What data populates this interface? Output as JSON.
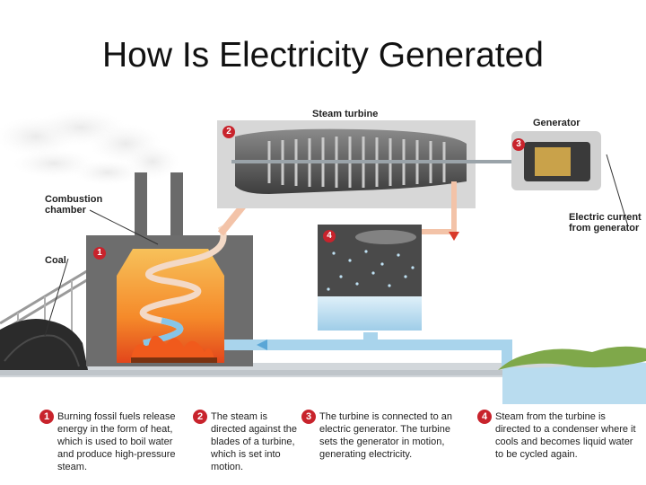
{
  "title": "How Is Electricity Generated",
  "labels": {
    "steam_turbine": "Steam turbine",
    "generator": "Generator",
    "combustion_chamber": "Combustion chamber",
    "coal": "Coal",
    "electric_current": "Electric current from generator"
  },
  "markers": [
    "1",
    "2",
    "3",
    "4"
  ],
  "captions": [
    {
      "num": "1",
      "text": "Burning fossil fuels release energy in the form of heat, which is used to boil water and produce high-pressure steam."
    },
    {
      "num": "2",
      "text": "The steam is directed against the blades of a turbine, which is set into motion."
    },
    {
      "num": "3",
      "text": "The turbine is connected to an electric generator. The turbine sets the generator in motion, generating electricity."
    },
    {
      "num": "4",
      "text": "Steam from the turbine is directed to a condenser where it cools and becomes liquid water to be cycled again."
    }
  ],
  "colors": {
    "accent_red": "#c8232c",
    "wall_gray": "#6d6d6d",
    "pipe_blue": "#a9d4ec",
    "fire_orange": "#f58a2a"
  }
}
